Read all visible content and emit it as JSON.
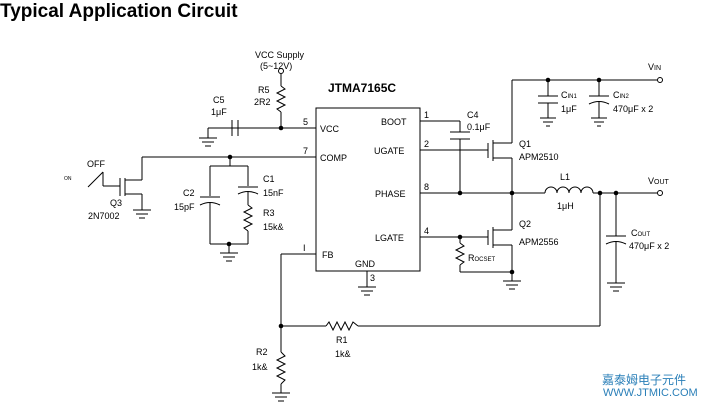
{
  "page": {
    "title": "Typical Application Circuit",
    "watermark_line1": "嘉泰姆电子元件",
    "watermark_line2": "WWW.JTMIC.COM"
  },
  "circuit": {
    "ic": {
      "part": "JTMA7165C",
      "pins": [
        {
          "num": "5",
          "name": "VCC"
        },
        {
          "num": "7",
          "name": "COMP"
        },
        {
          "num": "",
          "name": "FB"
        },
        {
          "num": "1",
          "name": "BOOT"
        },
        {
          "num": "2",
          "name": "UGATE"
        },
        {
          "num": "8",
          "name": "PHASE"
        },
        {
          "num": "4",
          "name": "LGATE"
        },
        {
          "num": "3",
          "name": "GND"
        }
      ],
      "fb_pin_mark": "I"
    },
    "supply": {
      "label": "VCC Supply",
      "range": "(5~12V)"
    },
    "components": {
      "r5": {
        "ref": "R5",
        "value": "2R2"
      },
      "c5": {
        "ref": "C5",
        "value": "1μF"
      },
      "c4": {
        "ref": "C4",
        "value": "0.1μF"
      },
      "c1": {
        "ref": "C1",
        "value": "15nF"
      },
      "c2": {
        "ref": "C2",
        "value": "15pF"
      },
      "r3": {
        "ref": "R3",
        "value": "15k&"
      },
      "q3": {
        "ref": "Q3",
        "value": "2N7002"
      },
      "q1": {
        "ref": "Q1",
        "value": "APM2510"
      },
      "q2": {
        "ref": "Q2",
        "value": "APM2556"
      },
      "l1": {
        "ref": "L1",
        "value": "1μH"
      },
      "cin1": {
        "ref": "C",
        "sub": "IN1",
        "value": "1μF"
      },
      "cin2": {
        "ref": "C",
        "sub": "IN2",
        "value": "470μF x 2"
      },
      "cout": {
        "ref": "C",
        "sub": "OUT",
        "value": "470μF x 2"
      },
      "rocset": {
        "ref": "R",
        "sub": "OCSET"
      },
      "r1": {
        "ref": "R1",
        "value": "1k&"
      },
      "r2": {
        "ref": "R2",
        "value": "1k&"
      }
    },
    "nets": {
      "vin": {
        "main": "V",
        "sub": "IN"
      },
      "vout": {
        "main": "V",
        "sub": "OUT"
      },
      "on": "ON",
      "off": "OFF"
    }
  }
}
